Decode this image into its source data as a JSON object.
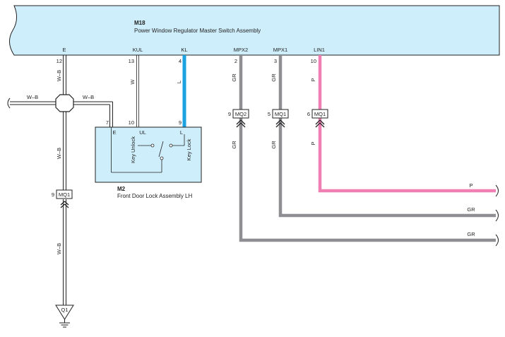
{
  "colors": {
    "pink": "#f07fb4",
    "gray": "#8e8e93",
    "blue": "#1aa3e0",
    "box_fill": "#cfeefb",
    "black": "#222222"
  },
  "m18": {
    "code": "M18",
    "name": "Power Window Regulator Master Switch Assembly",
    "terminals": [
      {
        "label": "E",
        "pin": "12"
      },
      {
        "label": "KUL",
        "pin": "13"
      },
      {
        "label": "KL",
        "pin": "4"
      },
      {
        "label": "MPX2",
        "pin": "2"
      },
      {
        "label": "MPX1",
        "pin": "3"
      },
      {
        "label": "LIN1",
        "pin": "10"
      }
    ]
  },
  "m2": {
    "code": "M2",
    "name": "Front Door Lock Assembly LH",
    "terminals": [
      {
        "label": "E",
        "pin": "7"
      },
      {
        "label": "UL",
        "pin": "10"
      },
      {
        "label": "L",
        "pin": "9"
      }
    ],
    "switch_labels": [
      "Key Unlock",
      "Key Lock"
    ]
  },
  "wires": {
    "wb": "W–B",
    "w": "W",
    "l": "L",
    "gr": "GR",
    "p": "P"
  },
  "connectors": [
    {
      "pin": "9",
      "name": "MQ2"
    },
    {
      "pin": "5",
      "name": "MQ1"
    },
    {
      "pin": "6",
      "name": "MQ1"
    },
    {
      "pin": "9",
      "name": "MQ1"
    }
  ],
  "ground": {
    "label": "Q1"
  }
}
